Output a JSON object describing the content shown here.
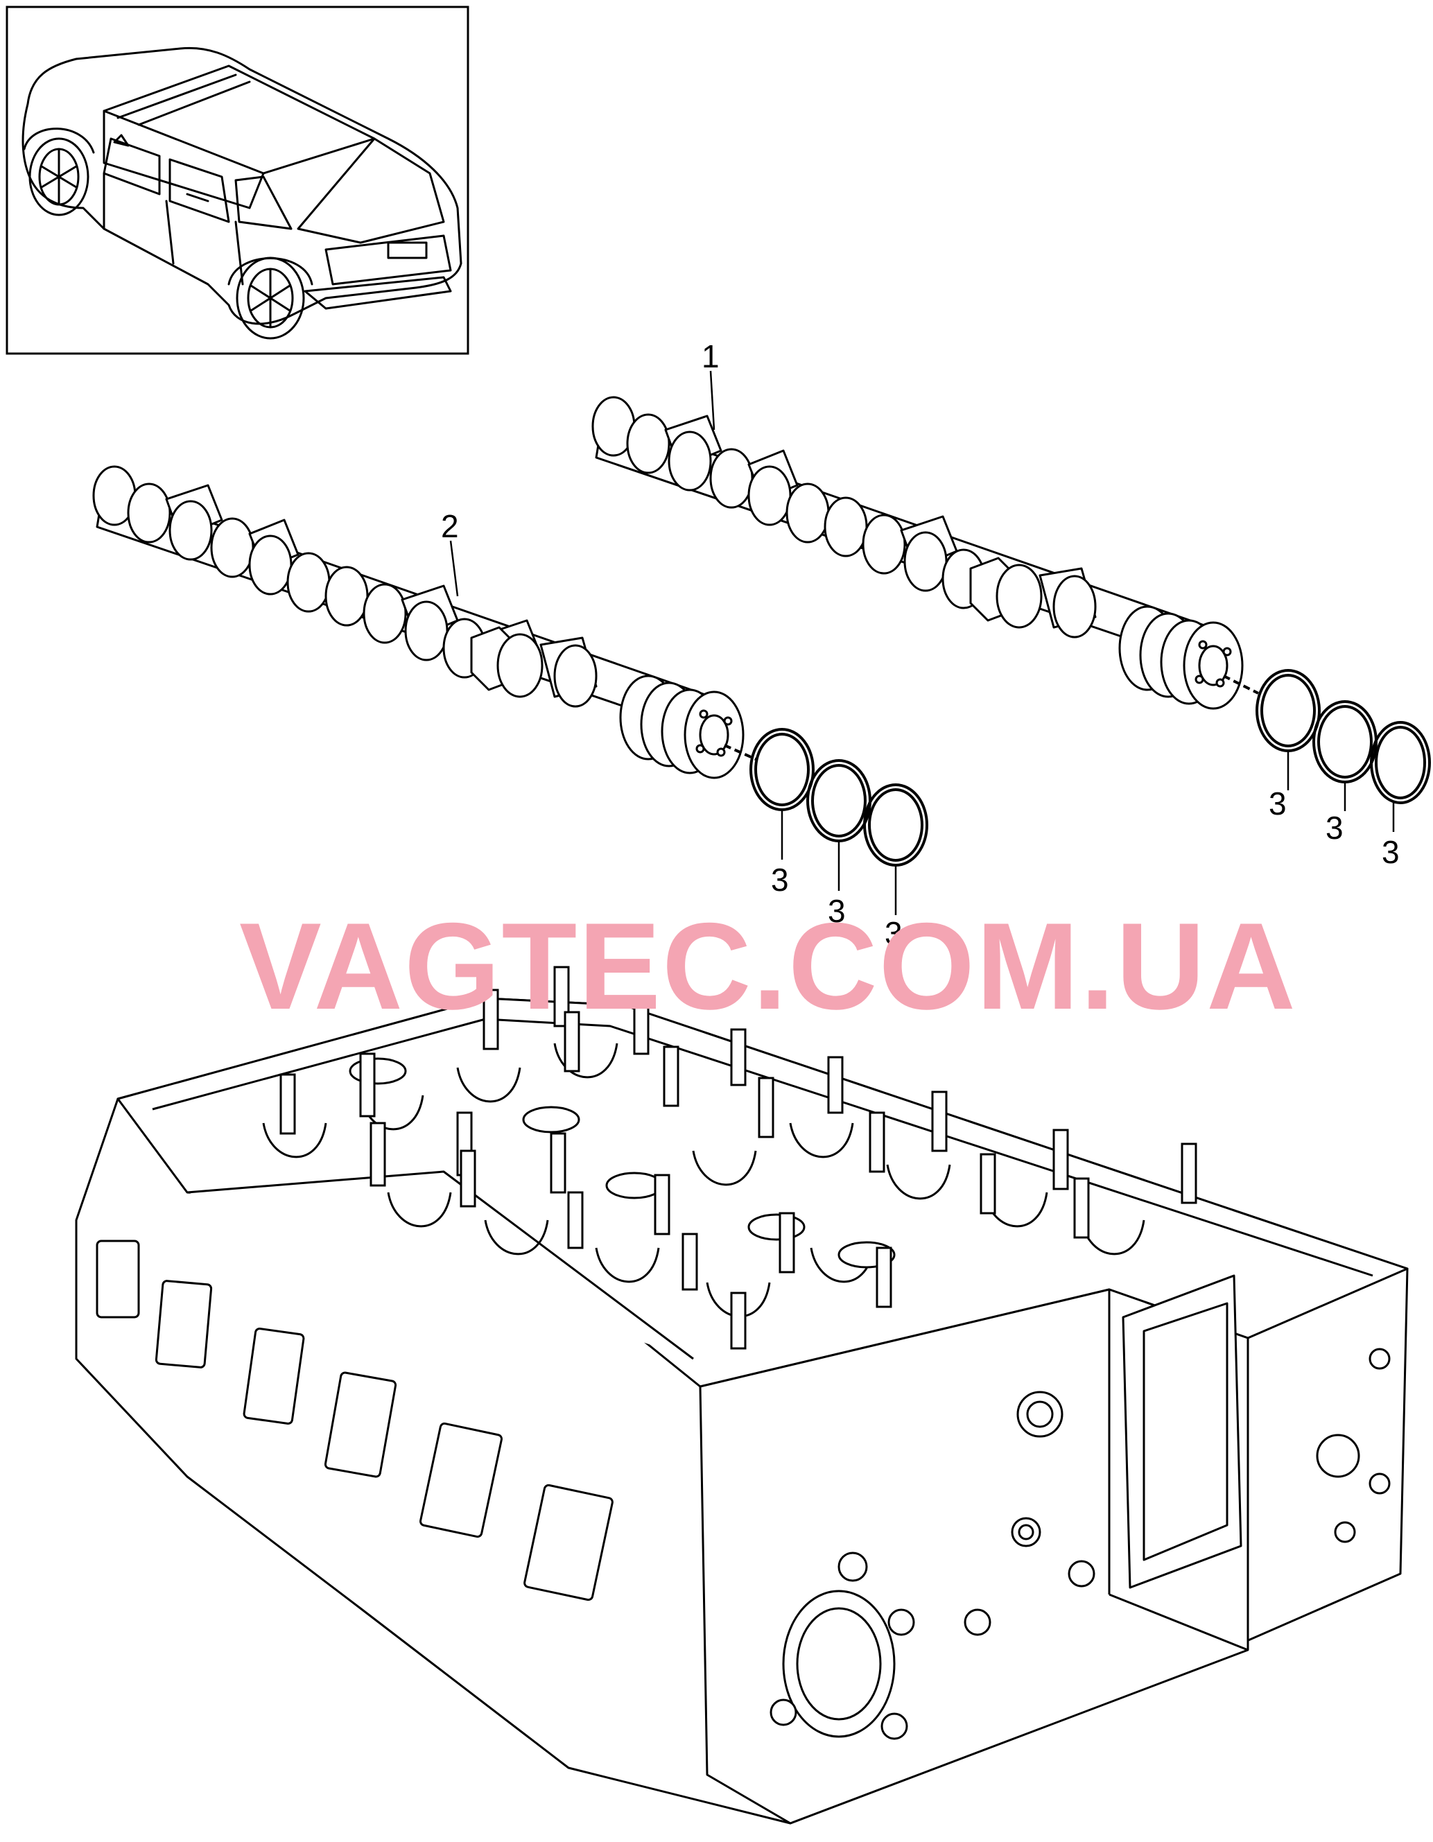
{
  "diagram": {
    "watermark": "VAGTEC.COM.UA",
    "callouts": [
      {
        "id": "1",
        "label": "1"
      },
      {
        "id": "2",
        "label": "2"
      },
      {
        "id": "3a",
        "label": "3"
      },
      {
        "id": "3b",
        "label": "3"
      },
      {
        "id": "3c",
        "label": "3"
      },
      {
        "id": "3d",
        "label": "3"
      },
      {
        "id": "3e",
        "label": "3"
      },
      {
        "id": "3f",
        "label": "3"
      }
    ],
    "colors": {
      "line": "#000000",
      "background": "#ffffff",
      "watermark": "#f4a5b3"
    },
    "thumbnail": "vehicle-thumbnail-suv"
  }
}
